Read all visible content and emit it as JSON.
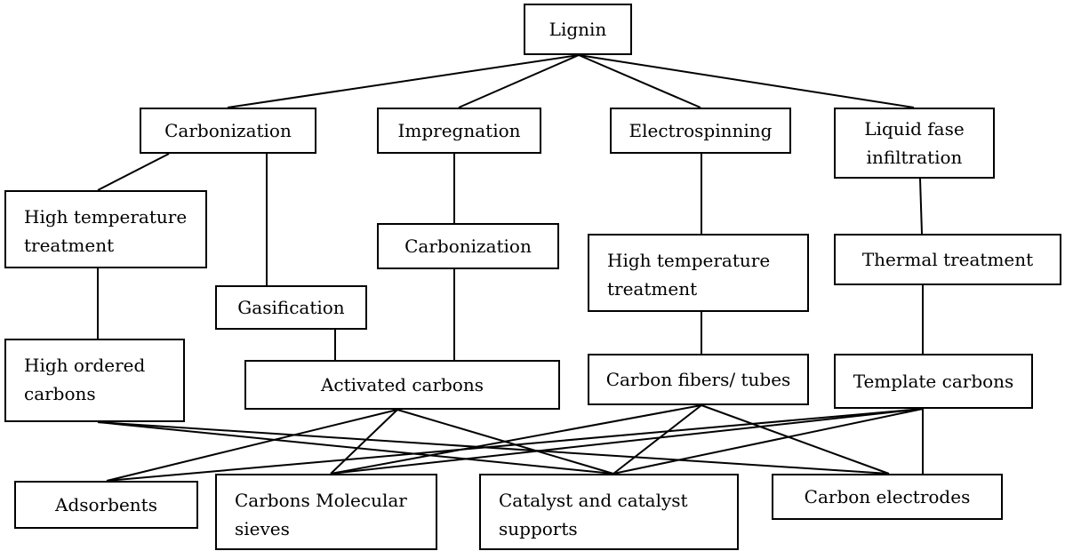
{
  "nodes": {
    "lignin": "Lignin",
    "carbonization_1": "Carbonization",
    "impregnation": "Impregnation",
    "electrospinning": "Electrospinning",
    "liquid_infiltration": [
      "Liquid fase",
      "infiltration"
    ],
    "high_temp_1": [
      "High temperature",
      "treatment"
    ],
    "gasification": "Gasification",
    "carbonization_2": "Carbonization",
    "high_temp_2": [
      "High temperature",
      "treatment"
    ],
    "thermal_treatment": "Thermal treatment",
    "high_ordered": [
      "High ordered",
      "carbons"
    ],
    "activated": "Activated carbons",
    "fibers": "Carbon fibers/ tubes",
    "template": "Template carbons",
    "adsorbents": "Adsorbents",
    "sieves": [
      "Carbons Molecular",
      "sieves"
    ],
    "catalyst": [
      "Catalyst and catalyst",
      "supports"
    ],
    "electrodes": "Carbon electrodes"
  },
  "edges": [
    [
      "lignin",
      "carbonization_1"
    ],
    [
      "lignin",
      "impregnation"
    ],
    [
      "lignin",
      "electrospinning"
    ],
    [
      "lignin",
      "liquid_infiltration"
    ],
    [
      "carbonization_1",
      "high_temp_1"
    ],
    [
      "carbonization_1",
      "gasification"
    ],
    [
      "impregnation",
      "carbonization_2"
    ],
    [
      "electrospinning",
      "high_temp_2"
    ],
    [
      "liquid_infiltration",
      "thermal_treatment"
    ],
    [
      "high_temp_1",
      "high_ordered"
    ],
    [
      "gasification",
      "activated"
    ],
    [
      "carbonization_2",
      "activated"
    ],
    [
      "high_temp_2",
      "fibers"
    ],
    [
      "thermal_treatment",
      "template"
    ],
    [
      "high_ordered",
      "catalyst"
    ],
    [
      "high_ordered",
      "electrodes"
    ],
    [
      "activated",
      "adsorbents"
    ],
    [
      "activated",
      "sieves"
    ],
    [
      "activated",
      "catalyst"
    ],
    [
      "fibers",
      "sieves"
    ],
    [
      "fibers",
      "catalyst"
    ],
    [
      "fibers",
      "electrodes"
    ],
    [
      "template",
      "adsorbents"
    ],
    [
      "template",
      "sieves"
    ],
    [
      "template",
      "catalyst"
    ],
    [
      "template",
      "electrodes"
    ]
  ]
}
